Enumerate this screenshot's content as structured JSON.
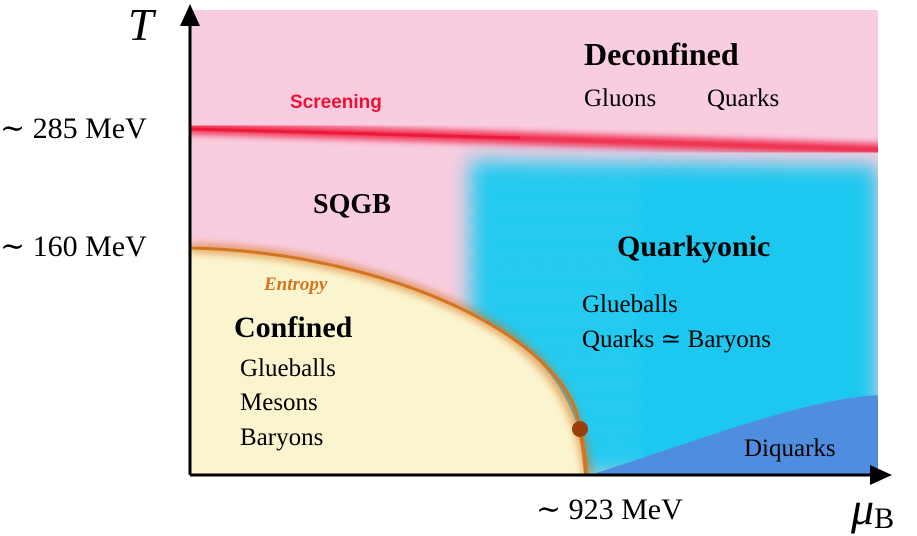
{
  "axes": {
    "y_symbol": "T",
    "x_symbol": "μ",
    "x_subscript": "B",
    "y_ticks": [
      "∼ 285 MeV",
      "∼ 160 MeV"
    ],
    "x_ticks": [
      "∼ 923 MeV"
    ]
  },
  "regions": {
    "deconfined": {
      "title": "Deconfined",
      "items": [
        "Gluons",
        "Quarks"
      ],
      "color": "#f9cde0"
    },
    "sqgb": {
      "title": "SQGB",
      "color": "#e8c39a"
    },
    "quarkyonic": {
      "title": "Quarkyonic",
      "items": [
        "Glueballs",
        "Quarks ≃ Baryons"
      ],
      "color": "#1dc8ef"
    },
    "confined": {
      "title": "Confined",
      "items": [
        "Glueballs",
        "Mesons",
        "Baryons"
      ],
      "color": "#fbf5cf"
    },
    "diquarks": {
      "title": "Diquarks",
      "color": "#4f8ede"
    }
  },
  "boundaries": {
    "screening": {
      "label": "Screening",
      "color": "#ee1133"
    },
    "entropy": {
      "label": "Entropy",
      "color": "#d5741f"
    },
    "critical_point_color": "#9a3e0a"
  }
}
